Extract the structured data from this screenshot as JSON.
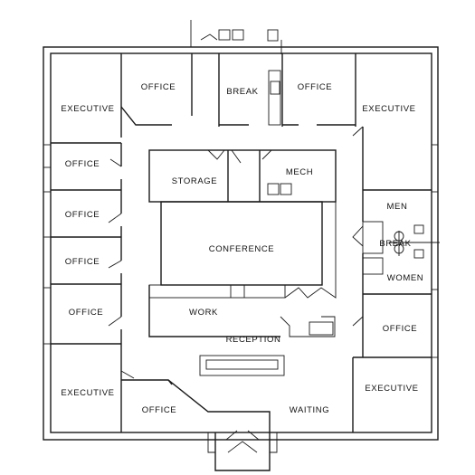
{
  "plan": {
    "rooms": [
      {
        "id": "executive-nw",
        "label": "EXECUTIVE"
      },
      {
        "id": "office-n-left",
        "label": "OFFICE"
      },
      {
        "id": "break-n",
        "label": "BREAK"
      },
      {
        "id": "office-n-right",
        "label": "OFFICE"
      },
      {
        "id": "executive-ne",
        "label": "EXECUTIVE"
      },
      {
        "id": "office-w1",
        "label": "OFFICE"
      },
      {
        "id": "office-w2",
        "label": "OFFICE"
      },
      {
        "id": "office-w3",
        "label": "OFFICE"
      },
      {
        "id": "office-w4",
        "label": "OFFICE"
      },
      {
        "id": "executive-sw",
        "label": "EXECUTIVE"
      },
      {
        "id": "storage",
        "label": "STORAGE"
      },
      {
        "id": "mech",
        "label": "MECH"
      },
      {
        "id": "conference",
        "label": "CONFERENCE"
      },
      {
        "id": "men",
        "label": "MEN"
      },
      {
        "id": "break-e",
        "label": "BREAK"
      },
      {
        "id": "women",
        "label": "WOMEN"
      },
      {
        "id": "work",
        "label": "WORK"
      },
      {
        "id": "reception",
        "label": "RECEPTION"
      },
      {
        "id": "office-e",
        "label": "OFFICE"
      },
      {
        "id": "executive-se",
        "label": "EXECUTIVE"
      },
      {
        "id": "office-s",
        "label": "OFFICE"
      },
      {
        "id": "waiting",
        "label": "WAITING"
      }
    ]
  }
}
